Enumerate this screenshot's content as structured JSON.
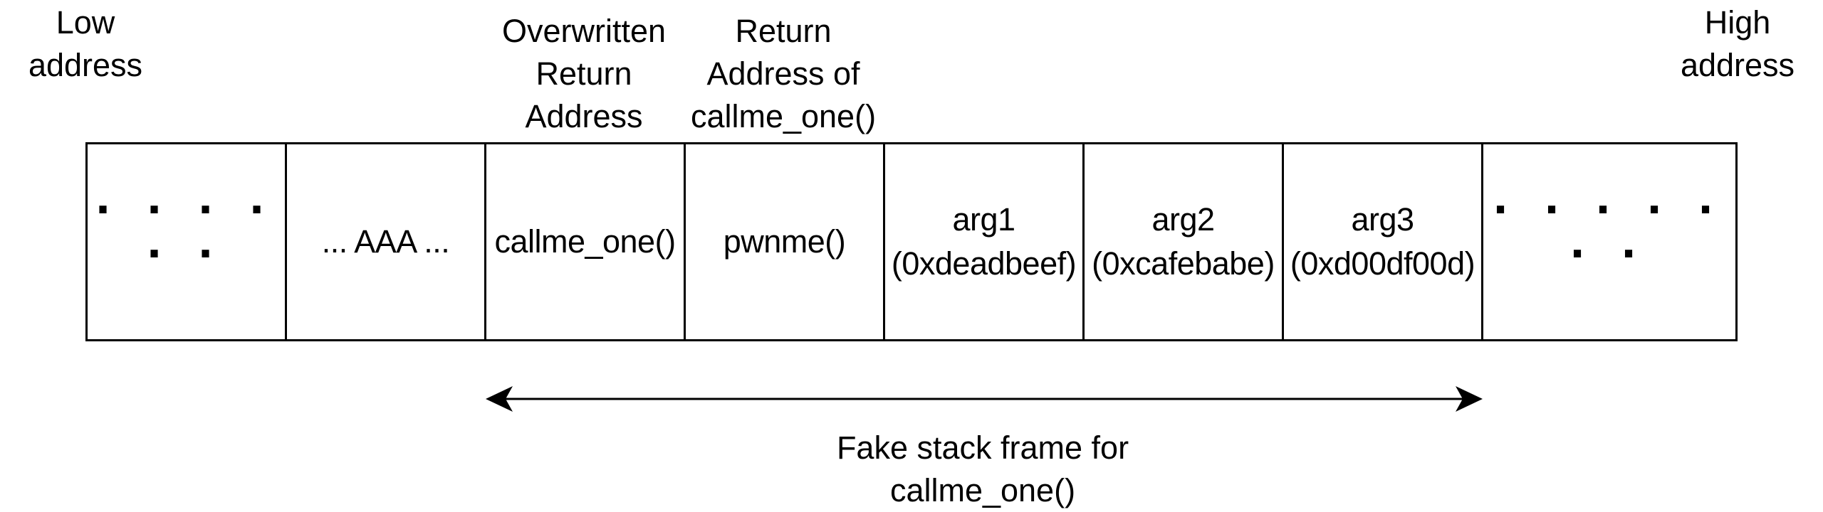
{
  "labels": {
    "low_address": "Low\naddress",
    "high_address": "High\naddress",
    "overwritten": "Overwritten\nReturn\nAddress",
    "return_address": "Return\nAddress of\ncallme_one()"
  },
  "cells": [
    {
      "text": "· · · · · ·"
    },
    {
      "text": "... AAA ..."
    },
    {
      "text": "callme_one()"
    },
    {
      "text": "pwnme()"
    },
    {
      "text": "arg1\n(0xdeadbeef)"
    },
    {
      "text": "arg2\n(0xcafebabe)"
    },
    {
      "text": "arg3\n(0xd00df00d)"
    },
    {
      "text": "· · · · · · ·"
    }
  ],
  "caption": "Fake stack frame for\ncallme_one()"
}
